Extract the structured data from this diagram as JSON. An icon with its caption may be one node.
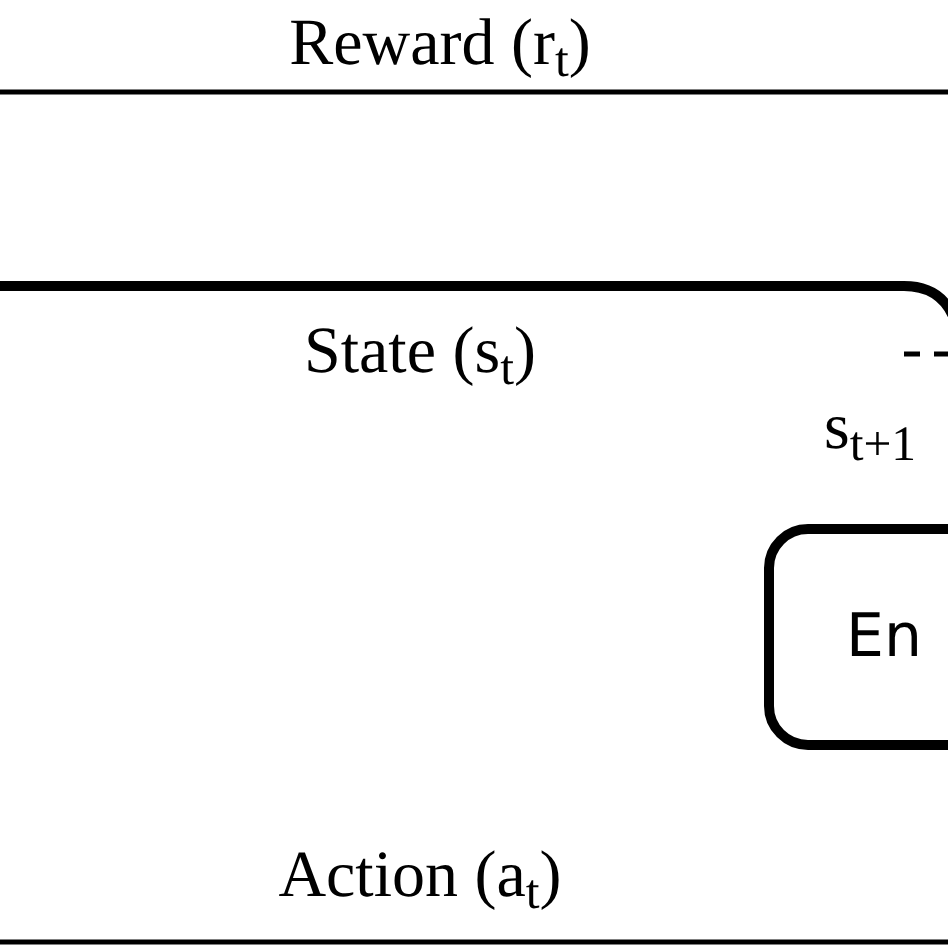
{
  "diagram": {
    "nodes": [
      {
        "text": [
          "En"
        ]
      }
    ],
    "labels": [
      "Reward (r$_{t}$)",
      "State (s$_{t}$)",
      "s$_{t+1}$",
      "Action (a$_{t}$)"
    ]
  }
}
